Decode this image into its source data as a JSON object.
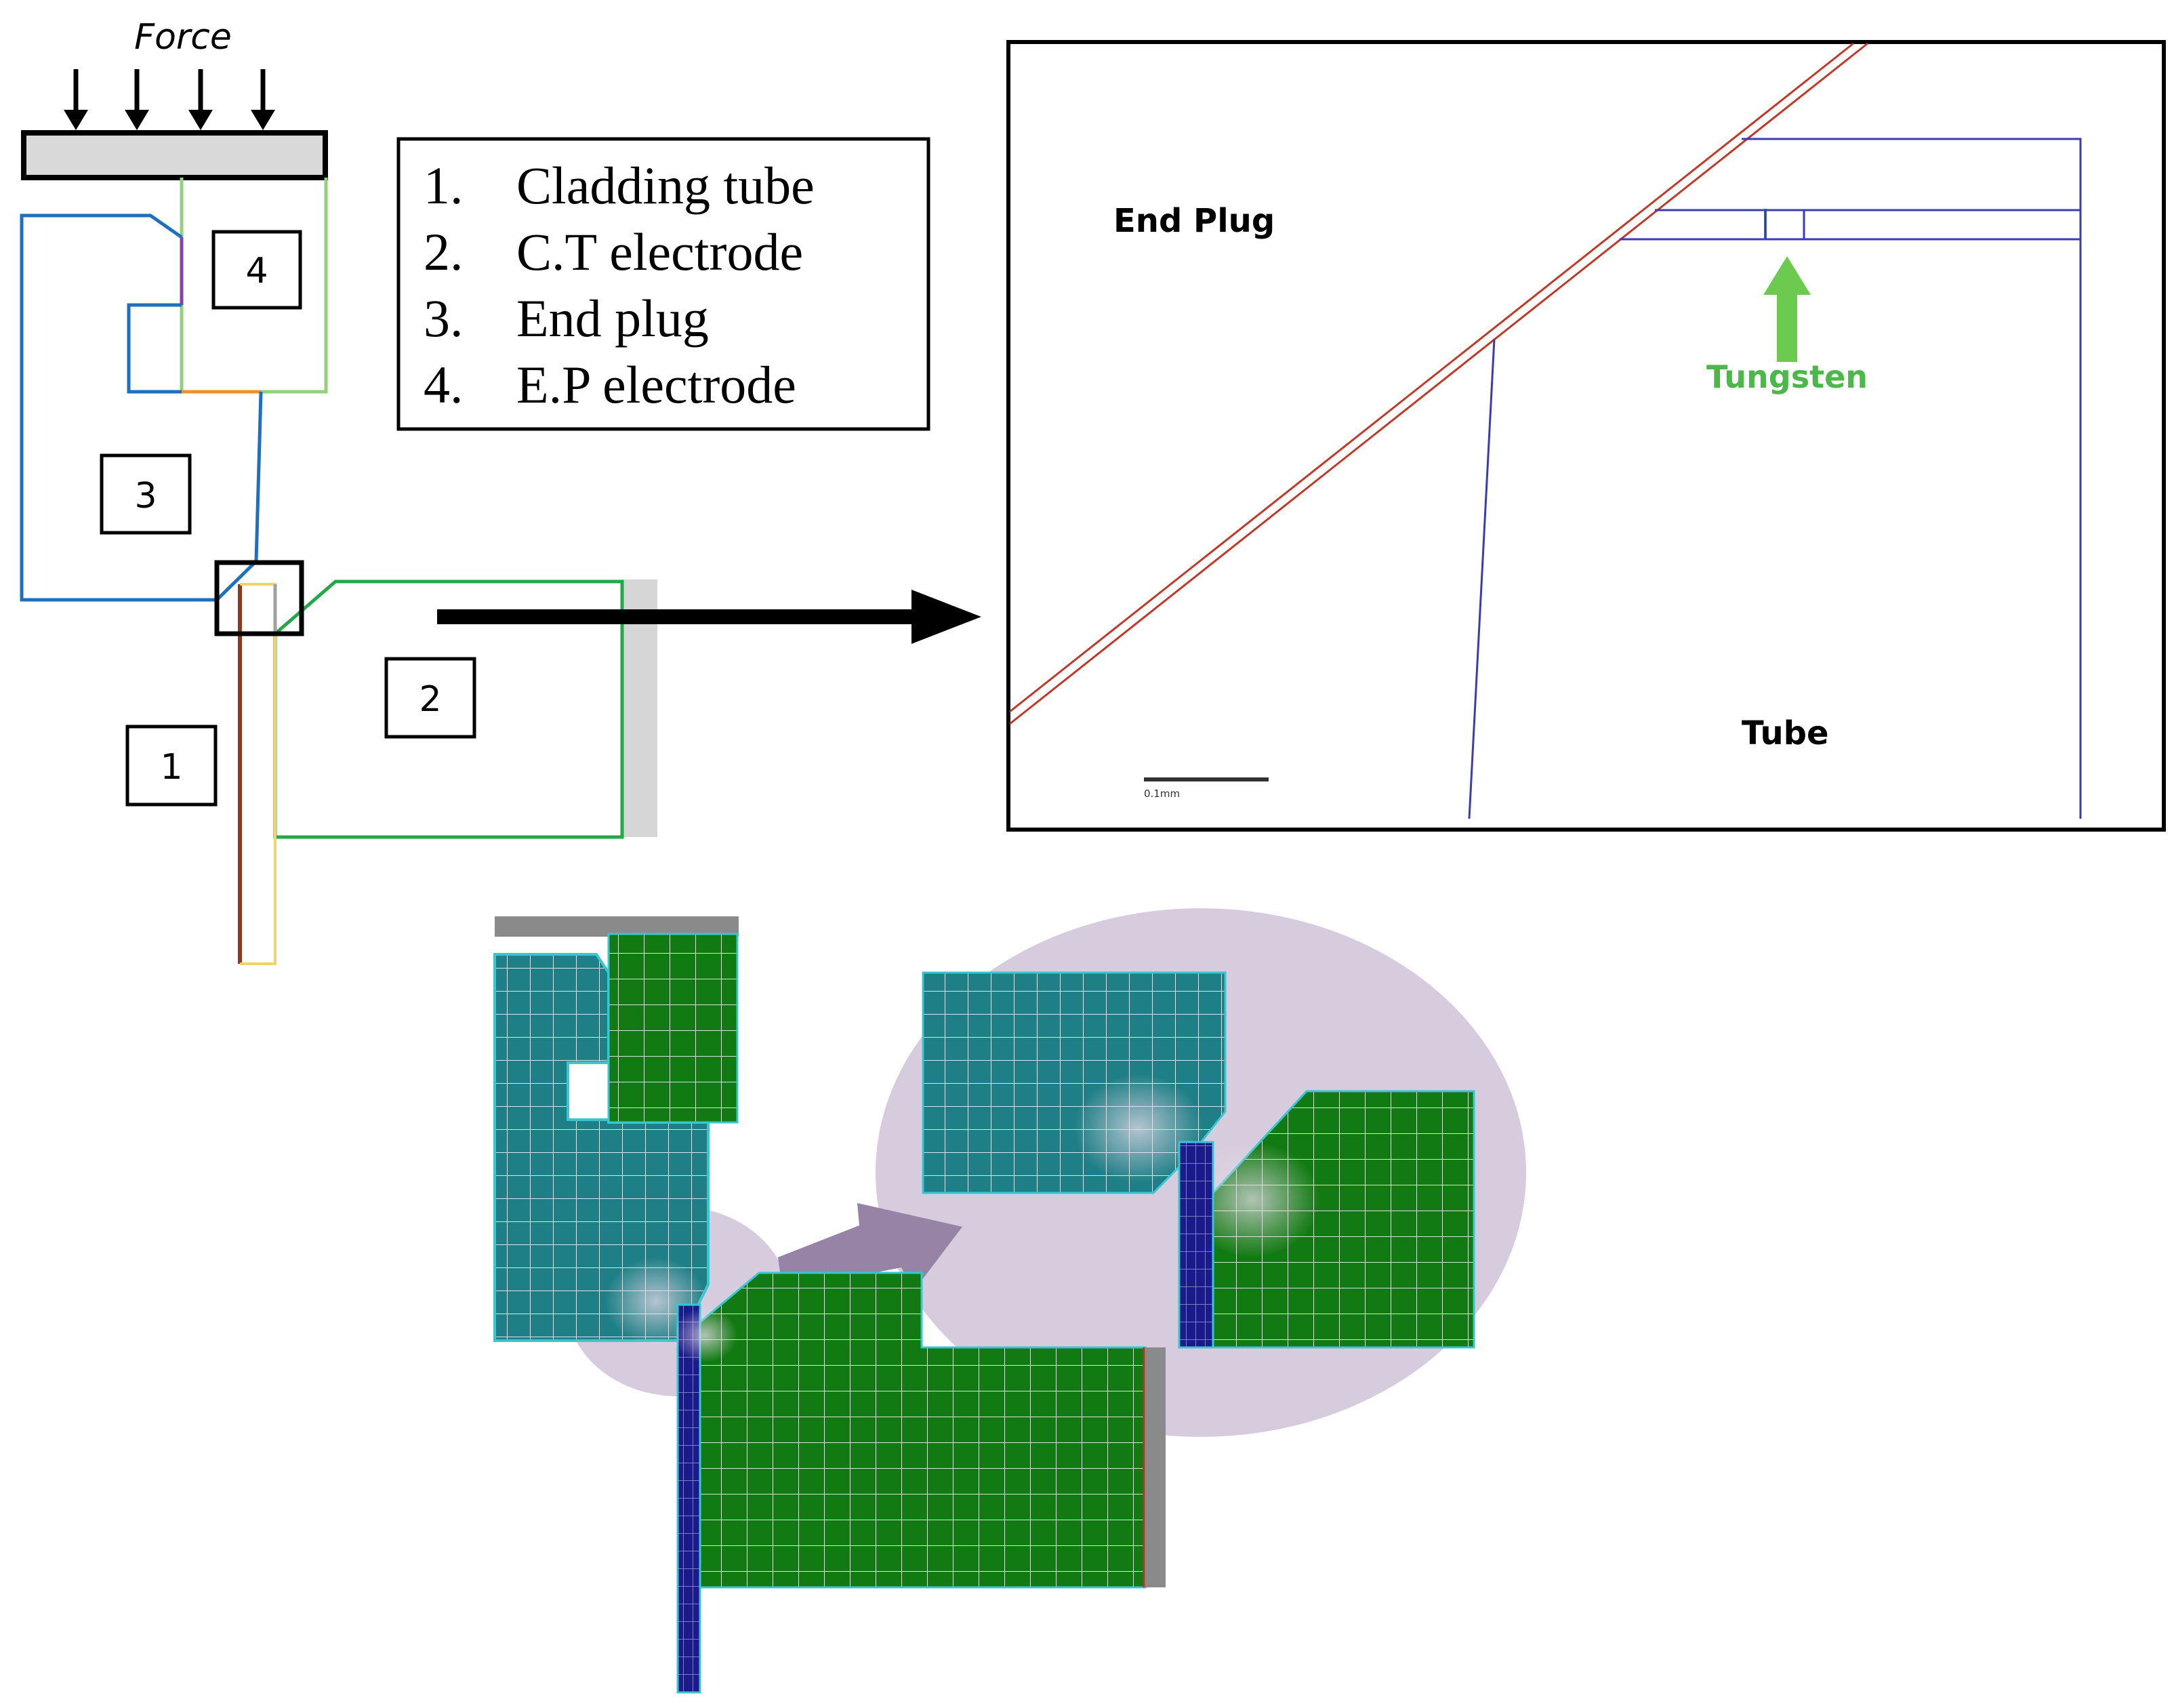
{
  "schematic": {
    "force_label": "Force",
    "region_numbers": [
      "1",
      "2",
      "3",
      "4"
    ]
  },
  "legend": {
    "items": [
      {
        "num": "1.",
        "text": "Cladding tube"
      },
      {
        "num": "2.",
        "text": "C.T electrode"
      },
      {
        "num": "3.",
        "text": "End plug"
      },
      {
        "num": "4.",
        "text": "E.P electrode"
      }
    ]
  },
  "zoom_view": {
    "end_plug_label": "End Plug",
    "tube_label": "Tube",
    "tungsten_label": "Tungsten",
    "scale_bar_label": "0.1mm"
  },
  "colors": {
    "cladding_tube": "#8B3A1A",
    "end_plug_outline": "#1F6FC0",
    "ct_electrode_outline": "#22A846",
    "ep_electrode_outline": "#8FD37A",
    "tungsten": "#6CCB4F",
    "mesh_teal": "#1F7F86",
    "mesh_green": "#127A12",
    "mesh_navy": "#1A1A8C",
    "zoom_bubble": "#D7CCDD",
    "zoom_arrow": "#9683A6"
  }
}
